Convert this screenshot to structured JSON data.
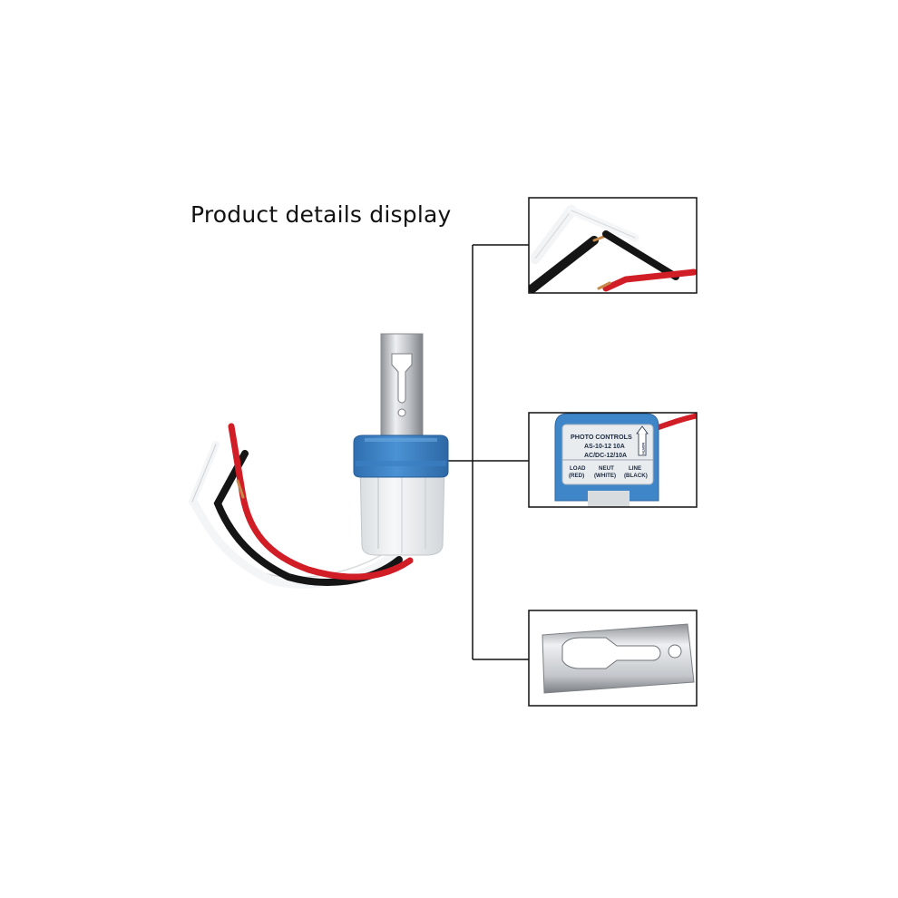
{
  "heading": "Product details display",
  "sensor": {
    "title": "PHOTO CONTROLS",
    "model": "AS-10-12 10A",
    "rating": "AC/DC-12/10A",
    "arrow_text": "NORTH",
    "terminals": [
      {
        "name": "LOAD",
        "color": "(RED)"
      },
      {
        "name": "NEUT",
        "color": "(WHITE)"
      },
      {
        "name": "LINE",
        "color": "(BLACK)"
      }
    ]
  },
  "colors": {
    "housing_blue": "#3f86c9",
    "body_white": "#eef1f3",
    "wire_red": "#d11d26",
    "wire_black": "#151515",
    "bracket_metal": "#c9ccd0",
    "connector_line": "#111111"
  }
}
